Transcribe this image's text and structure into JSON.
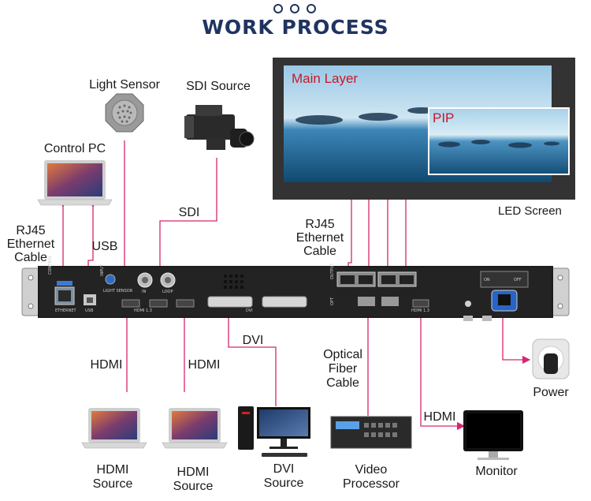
{
  "title": "WORK PROCESS",
  "devices": {
    "light_sensor": "Light Sensor",
    "sdi_source": "SDI Source",
    "control_pc": "Control PC",
    "led_screen": "LED Screen",
    "hdmi_source_1": "HDMI\nSource",
    "hdmi_source_2": "HDMI\nSource",
    "dvi_source": "DVI\nSource",
    "video_processor": "Video\nProcessor",
    "monitor": "Monitor",
    "power": "Power"
  },
  "screen": {
    "main_layer": "Main Layer",
    "pip": "PIP"
  },
  "cables": {
    "rj45_left": "RJ45\nEthernet\nCable",
    "usb": "USB",
    "sdi": "SDI",
    "rj45_right": "RJ45\nEthernet\nCable",
    "hdmi_1": "HDMI",
    "hdmi_2": "HDMI",
    "dvi": "DVI",
    "optical": "Optical\nFiber\nCable",
    "hdmi_out": "HDMI"
  },
  "panel": {
    "control": "CONTROL",
    "ethernet": "ETHERNET",
    "usb": "USB",
    "input": "INPUT",
    "light_sensor": "LIGHT SENSOR",
    "in": "IN",
    "loop": "LOOP",
    "dvi": "DVI",
    "hdmi": "HDMI 1.3",
    "output": "OUTPUT",
    "opt": "OPT",
    "hdmi_out": "HDMI 1.3",
    "on": "ON",
    "off": "OFF"
  },
  "colors": {
    "title": "#1f3460",
    "wire": "#d6266e",
    "chassis": "#1c1c1c"
  }
}
